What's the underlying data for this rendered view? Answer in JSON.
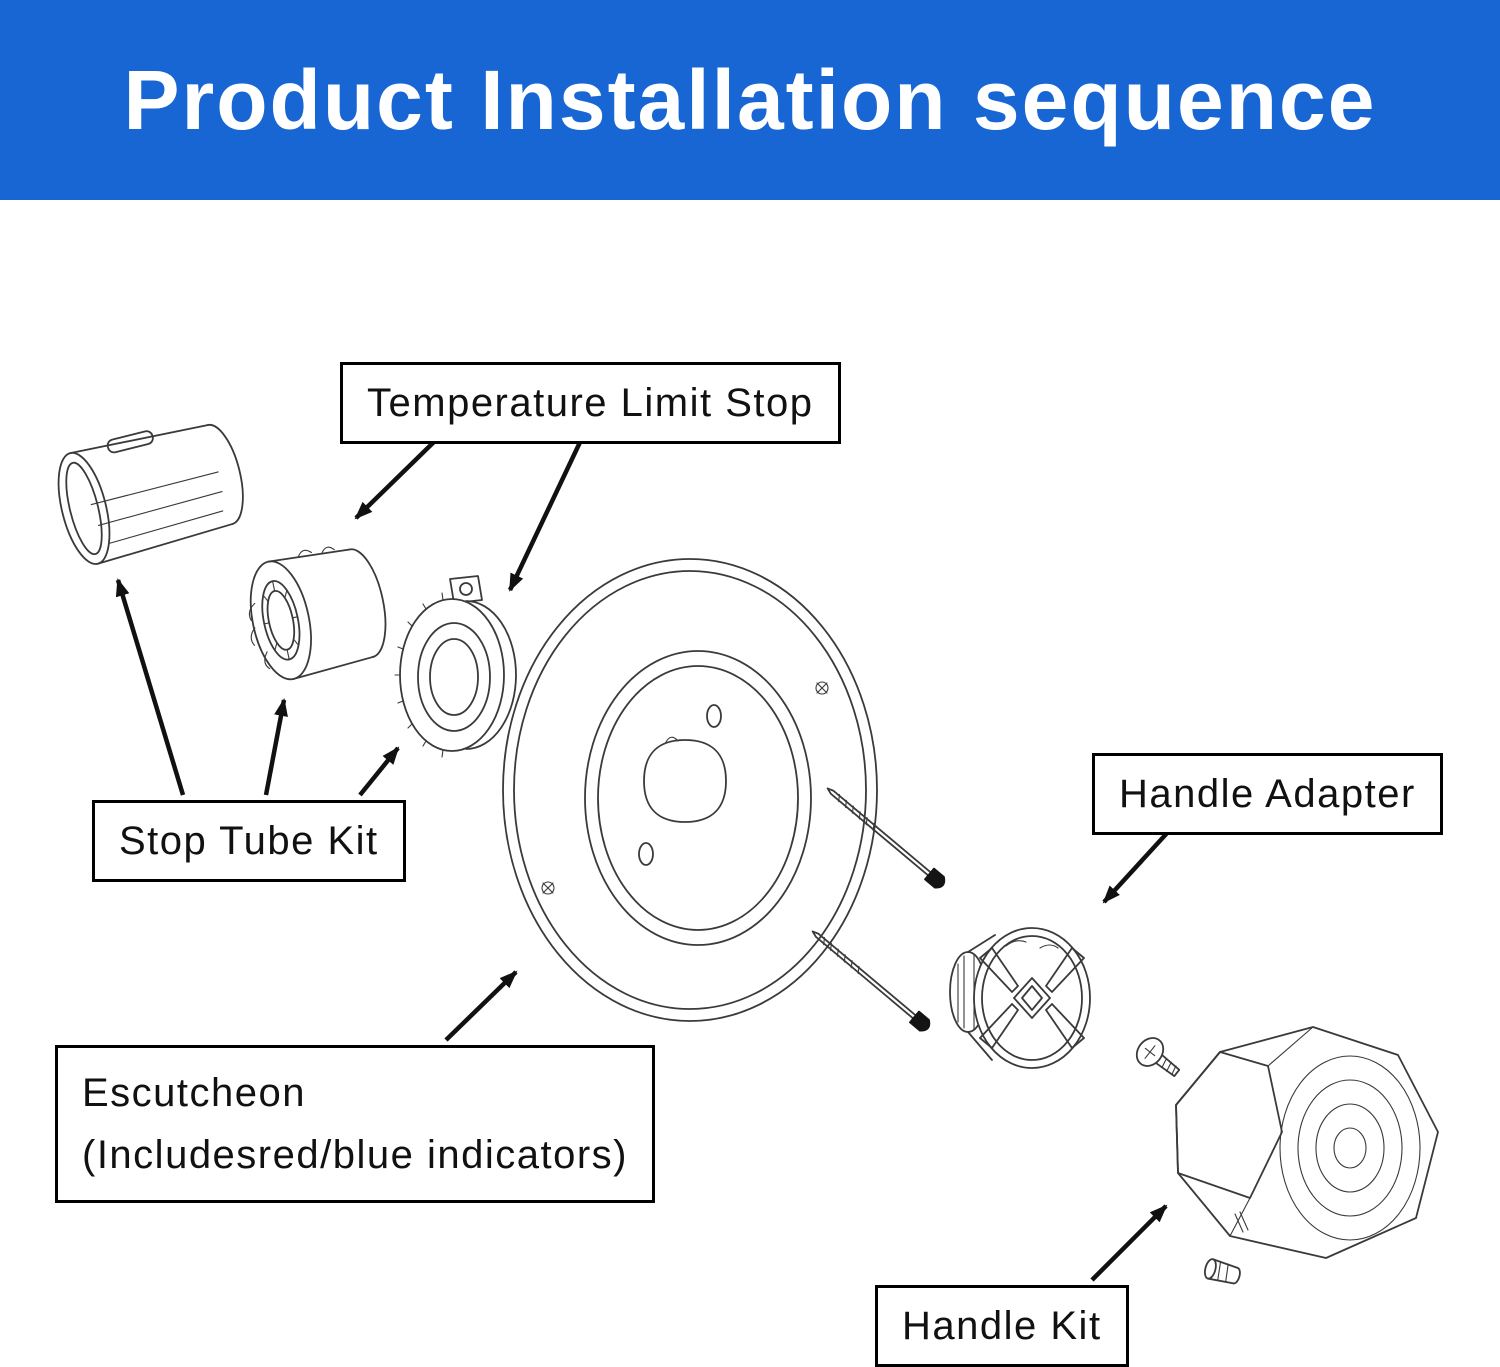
{
  "header": {
    "title": "Product Installation sequence",
    "bg_color": "#1766d3",
    "text_color": "#ffffff"
  },
  "labels": {
    "temperature_limit_stop": "Temperature Limit Stop",
    "stop_tube_kit": "Stop Tube Kit",
    "handle_adapter": "Handle Adapter",
    "escutcheon_line1": "Escutcheon",
    "escutcheon_line2": "(Includesred/blue indicators)",
    "handle_kit": "Handle Kit"
  },
  "diagram": {
    "line_color": "#3a3a3a",
    "arrow_color": "#111111",
    "label_border_color": "#000000"
  }
}
